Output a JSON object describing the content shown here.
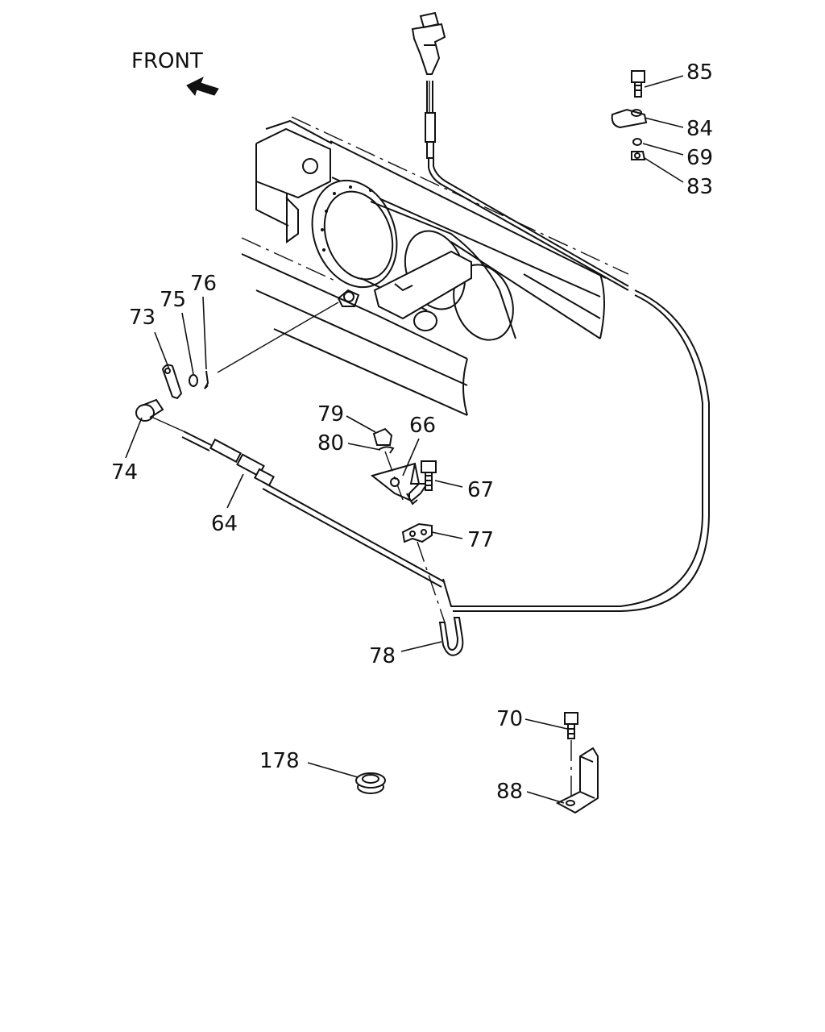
{
  "front_label": "FRONT",
  "parts": {
    "p64": "64",
    "p66": "66",
    "p67": "67",
    "p69": "69",
    "p70": "70",
    "p73": "73",
    "p74": "74",
    "p75": "75",
    "p76": "76",
    "p77": "77",
    "p78": "78",
    "p79": "79",
    "p80": "80",
    "p83": "83",
    "p84": "84",
    "p85": "85",
    "p88": "88",
    "p178": "178"
  }
}
